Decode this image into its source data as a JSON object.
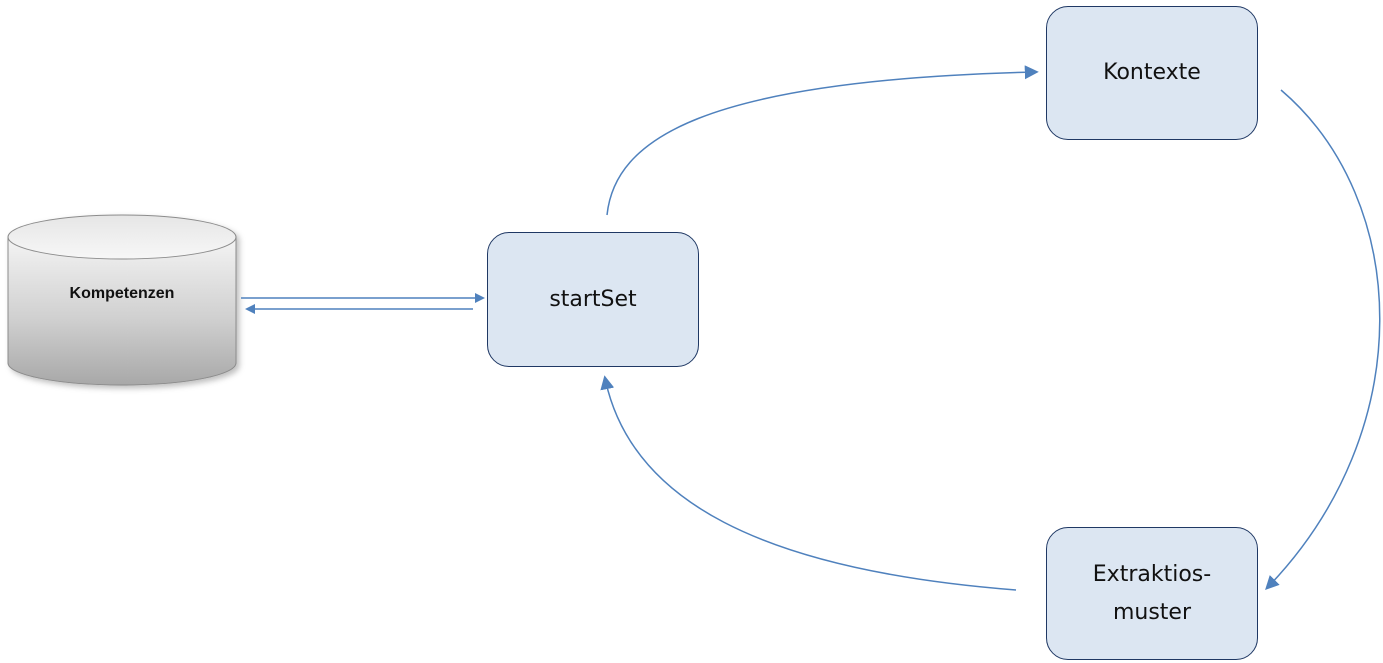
{
  "diagram": {
    "type": "flow",
    "nodes": {
      "database": {
        "label": "Kompetenzen",
        "shape": "cylinder"
      },
      "startset": {
        "label": "startSet"
      },
      "kontexte": {
        "label": "Kontexte"
      },
      "extraktion": {
        "label_line1": "Extraktios-",
        "label_line2": "muster"
      }
    },
    "edges": [
      {
        "from": "database",
        "to": "startset"
      },
      {
        "from": "startset",
        "to": "database"
      },
      {
        "from": "startset",
        "to": "kontexte"
      },
      {
        "from": "kontexte",
        "to": "extraktion"
      },
      {
        "from": "extraktion",
        "to": "startset"
      }
    ],
    "colors": {
      "node_fill": "#dce6f2",
      "node_border": "#1f3864",
      "arrow": "#4f81bd",
      "cylinder_light": "#f2f2f2",
      "cylinder_dark": "#a6a6a6"
    }
  }
}
